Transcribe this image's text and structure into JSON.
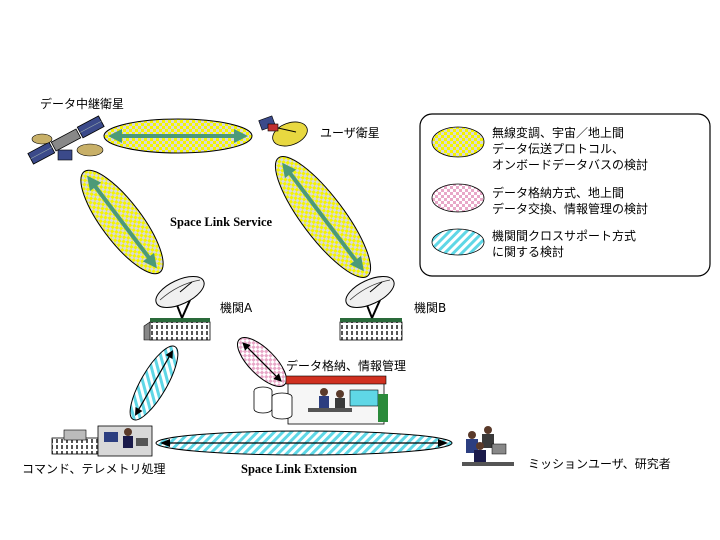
{
  "labels": {
    "relay_satellite": "データ中継衛星",
    "user_satellite": "ユーザ衛星",
    "agency_a": "機関A",
    "agency_b": "機関B",
    "data_storage": "データ格納、情報管理",
    "command_telemetry": "コマンド、テレメトリ処理",
    "mission_users": "ミッションユーザ、研究者",
    "space_link_service": "Space Link Service",
    "space_link_extension": "Space Link Extension"
  },
  "legend": {
    "item1": {
      "line1": "無線変調、宇宙／地上間",
      "line2": "データ伝送プロトコル、",
      "line3": "オンボードデータバスの検討"
    },
    "item2": {
      "line1": "データ格納方式、地上間",
      "line2": "データ交換、情報管理の検討"
    },
    "item3": {
      "line1": "機関間クロスサポート方式",
      "line2": "に関する検討"
    }
  },
  "colors": {
    "yellow_pattern": "#f5f500",
    "yellow_dots": "#c8c8c8",
    "pink_pattern": "#f2c8dc",
    "cyan_pattern": "#5fd7e6",
    "arrow_green": "#4c9a78"
  }
}
